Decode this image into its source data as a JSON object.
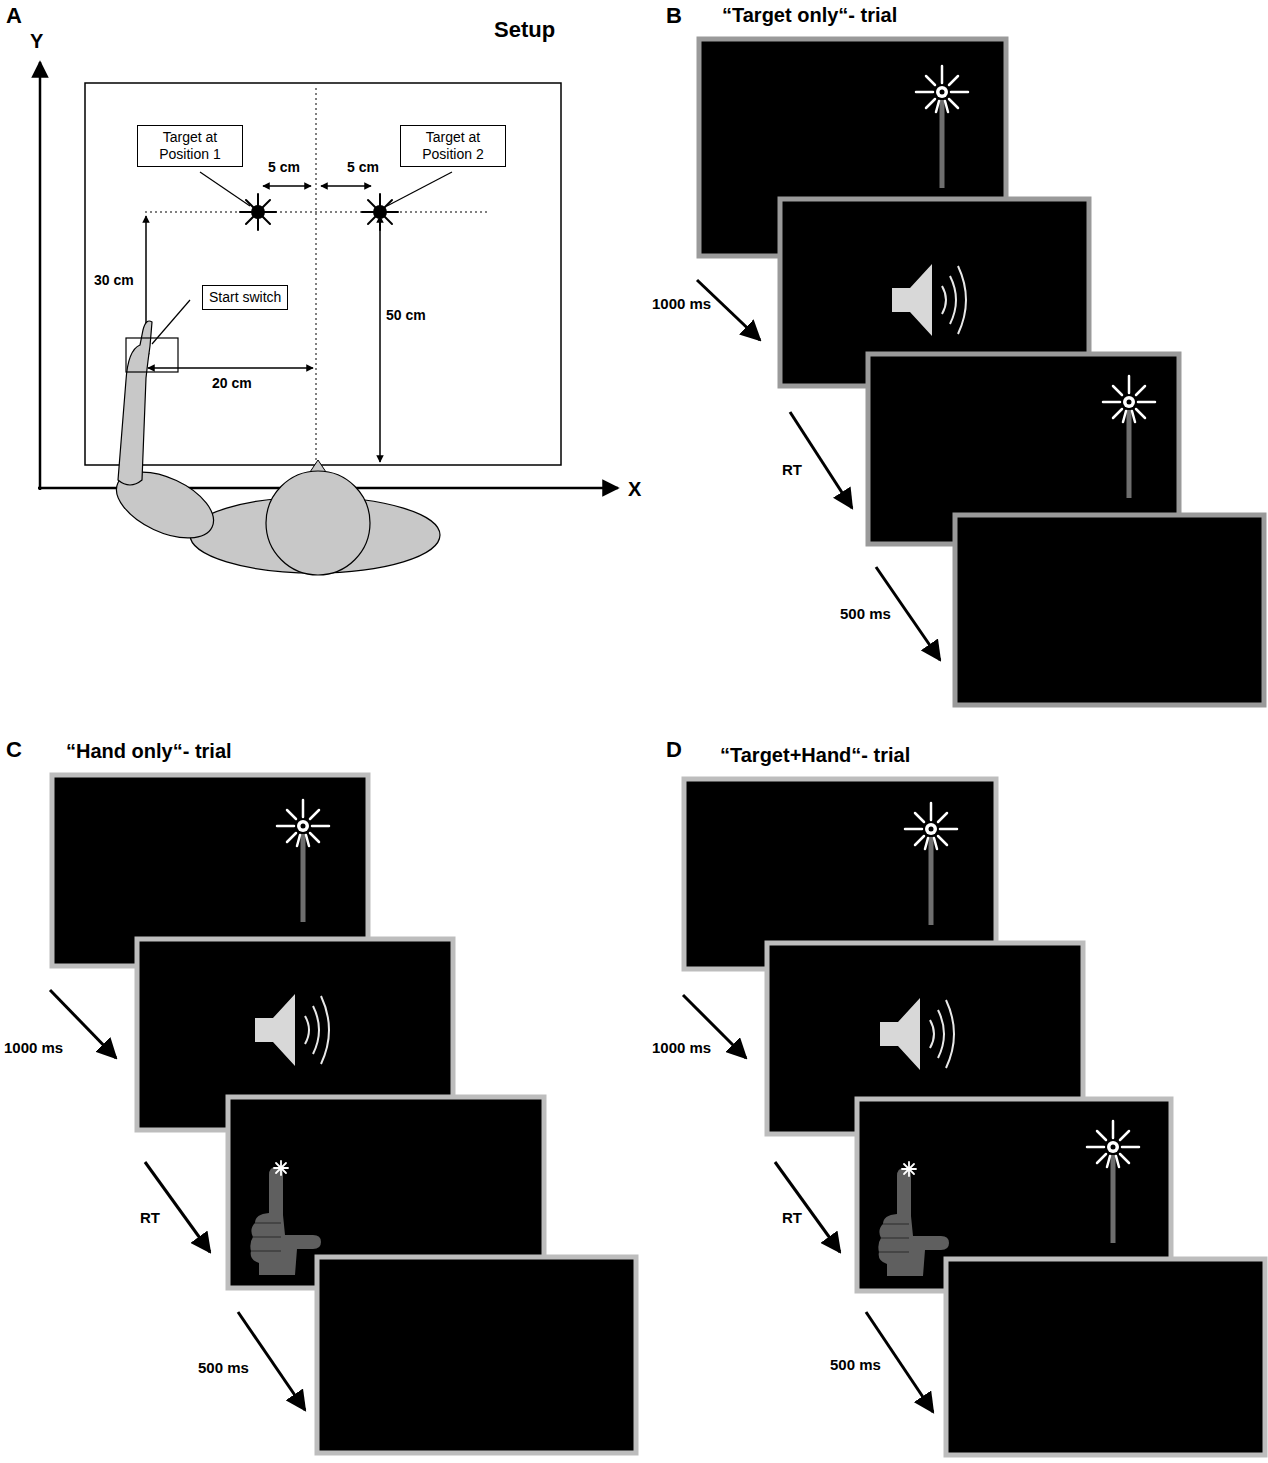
{
  "diagram": {
    "nodes": [
      {
        "text": [
          "Target at Position 1"
        ]
      },
      {
        "text": [
          "Target at Position 2"
        ]
      },
      {
        "text": [
          "Start switch"
        ]
      }
    ],
    "labels": [
      "A",
      "Y",
      "Setup",
      "5 cm",
      "5 cm",
      "30 cm",
      "20 cm",
      "50 cm",
      "X",
      "B",
      "“Target only“- trial",
      "1000 ms",
      "RT",
      "500 ms",
      "C",
      "“Hand only“- trial",
      "1000 ms",
      "RT",
      "500 ms",
      "D",
      "“Target+Hand“- trial",
      "1000 ms",
      "RT",
      "500 ms"
    ]
  }
}
